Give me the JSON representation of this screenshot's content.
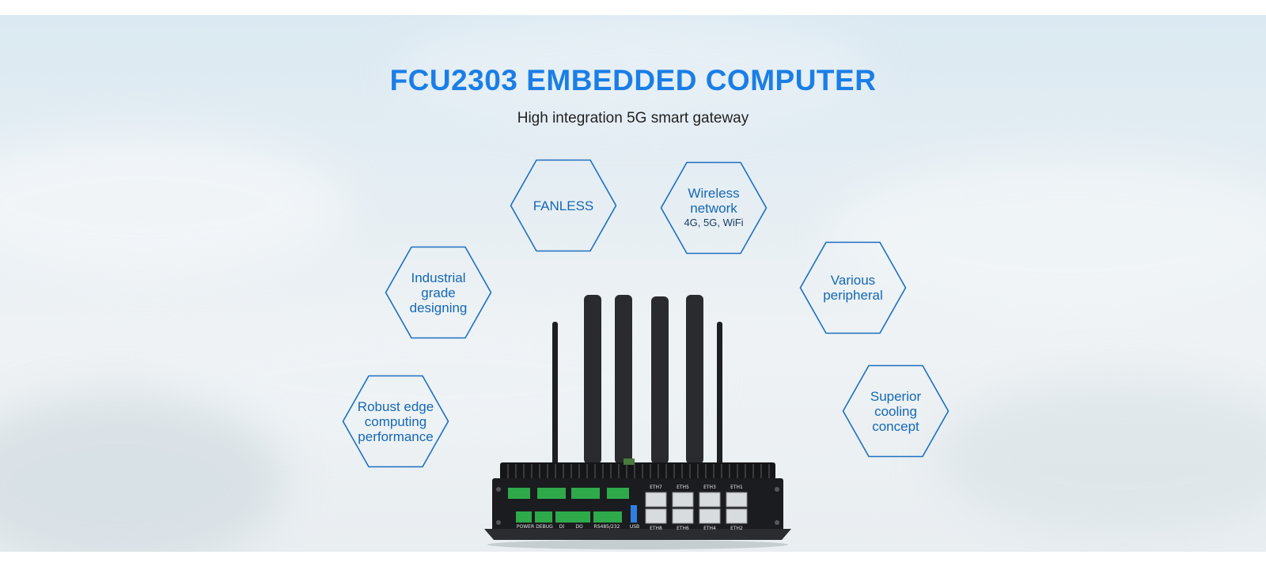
{
  "header": {
    "title": "FCU2303 EMBEDDED COMPUTER",
    "subtitle": "High integration 5G smart gateway"
  },
  "features": [
    {
      "line1": "FANLESS",
      "line2": "",
      "line3": ""
    },
    {
      "line1": "Wireless",
      "line2": "network",
      "line3": "4G, 5G, WiFi"
    },
    {
      "line1": "Industrial",
      "line2": "grade",
      "line3": "designing"
    },
    {
      "line1": "Various",
      "line2": "peripheral",
      "line3": ""
    },
    {
      "line1": "Robust edge",
      "line2": "computing",
      "line3": "performance"
    },
    {
      "line1": "Superior",
      "line2": "cooling",
      "line3": "concept"
    }
  ],
  "device": {
    "port_labels_top": [
      "ETH7",
      "ETH5",
      "ETH3",
      "ETH1"
    ],
    "port_labels_bottom": [
      "ETH8",
      "ETH6",
      "ETH4",
      "ETH2"
    ],
    "io_labels": [
      "POWER",
      "DEBUG",
      "DI",
      "DO",
      "RS485/232",
      "USB"
    ]
  },
  "colors": {
    "title": "#1a7ee6",
    "hex_stroke": "#1d6fc0",
    "hex_text": "#1568b5"
  }
}
